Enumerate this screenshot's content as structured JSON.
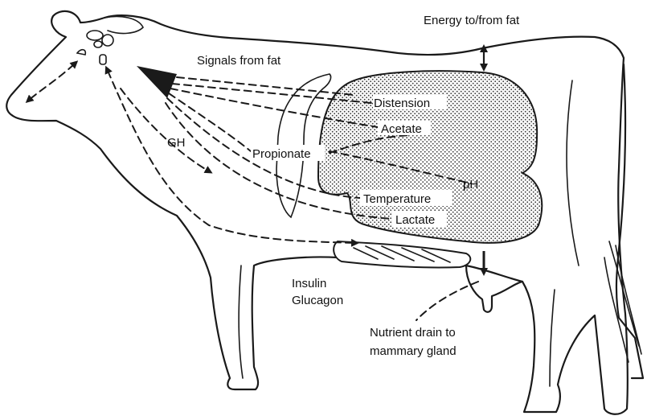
{
  "labels": {
    "energy": "Energy to/from fat",
    "signals": "Signals from fat",
    "distension": "Distension",
    "acetate": "Acetate",
    "gh": "GH",
    "propionate": "Propionate",
    "ph": "pH",
    "temperature": "Temperature",
    "lactate": "Lactate",
    "insulin": "Insulin",
    "glucagon": "Glucagon",
    "nutrient_line1": "Nutrient drain to",
    "nutrient_line2": "mammary gland"
  },
  "colors": {
    "ink": "#1a1a1a",
    "rumen_fill": "#9a9a9a",
    "background": "#ffffff"
  }
}
